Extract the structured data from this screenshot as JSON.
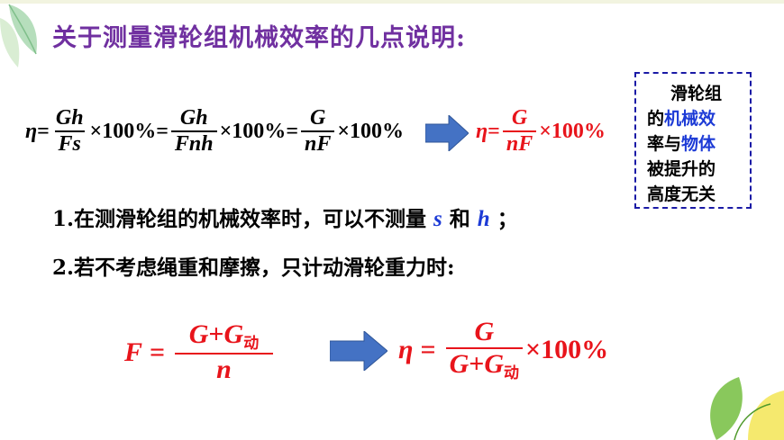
{
  "title": "关于测量滑轮组机械效率的几点说明:",
  "formula_main": {
    "eta": "η",
    "eq": "=",
    "f1_num": "Gh",
    "f1_den": "Fs",
    "pct": "×100%",
    "f2_num": "Gh",
    "f2_den": "Fnh",
    "f3_num": "G",
    "f3_den": "nF"
  },
  "formula_red": {
    "eta": "η",
    "eq": "=",
    "num": "G",
    "den": "nF",
    "pct": "×100%"
  },
  "note": {
    "line1": "滑轮组",
    "line2_a": "的",
    "line2_b": "机械效",
    "line3_a": "率",
    "line3_b": "与",
    "line3_c": "物体",
    "line4": "被提升的",
    "line5": "高度无关"
  },
  "point1": {
    "text": "1.在测滑轮组的机械效率时，可以不测量",
    "var_s": "s",
    "and": "和",
    "var_h": "h",
    "end": "；"
  },
  "point2": "2.若不考虑绳重和摩擦，只计动滑轮重力时:",
  "formula_F": {
    "lhs": "F",
    "eq": "=",
    "num_g": "G",
    "plus": "+",
    "num_g2": "G",
    "sub": "动",
    "den": "n"
  },
  "formula_eta": {
    "lhs": "η",
    "eq": "=",
    "num": "G",
    "den_g": "G",
    "plus": "+",
    "den_g2": "G",
    "sub": "动",
    "pct": "×100%"
  },
  "colors": {
    "title": "#7030a0",
    "red": "#e8141b",
    "blue": "#1d3bd6",
    "arrow": "#4472c4"
  }
}
